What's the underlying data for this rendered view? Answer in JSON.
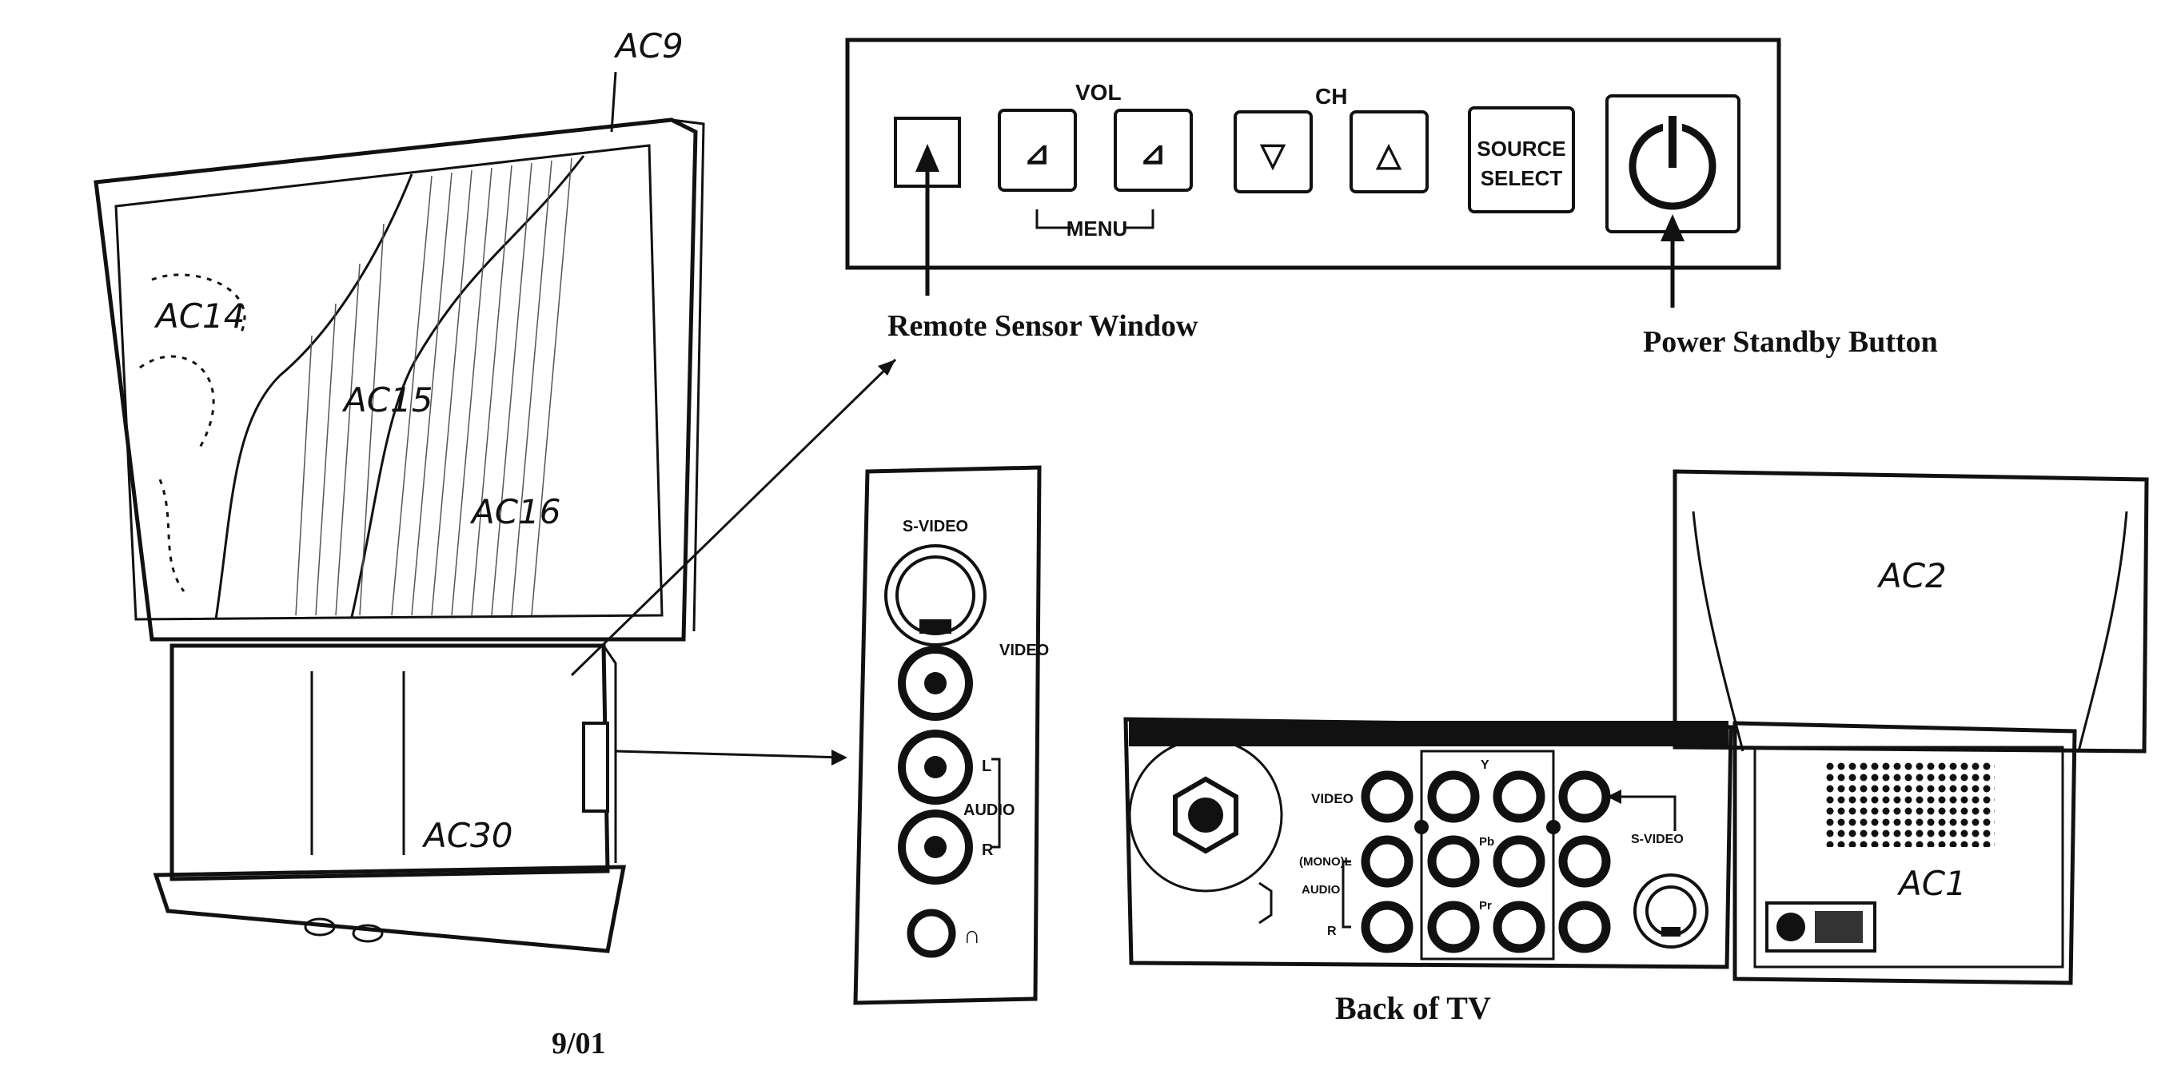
{
  "tv_callouts": {
    "cabinet": "AC9",
    "screen_left": "AC14",
    "screen_middle": "AC15",
    "screen_right": "AC16",
    "base": "AC30",
    "rear_top": "AC2",
    "rear_panel": "AC1"
  },
  "front_panel": {
    "vol_label": "VOL",
    "ch_label": "CH",
    "menu_label": "MENU",
    "source_line1": "SOURCE",
    "source_line2": "SELECT",
    "remote_sensor_caption": "Remote Sensor Window",
    "power_caption": "Power Standby Button",
    "symbols": {
      "vol_down": "⊿",
      "vol_up": "⊿",
      "ch_down": "▽",
      "ch_up": "△",
      "power": "⏻"
    }
  },
  "side_panel": {
    "svideo": "S-VIDEO",
    "video": "VIDEO",
    "audio": "AUDIO",
    "left": "L",
    "right": "R",
    "headphone_symbol": "∩"
  },
  "back_panel": {
    "caption": "Back of TV",
    "video": "VIDEO",
    "mono": "(MONO)L",
    "audio": "AUDIO",
    "right": "R",
    "y": "Y",
    "pb": "Pb",
    "pr": "Pr",
    "svideo": "S-VIDEO"
  },
  "date": "9/01"
}
